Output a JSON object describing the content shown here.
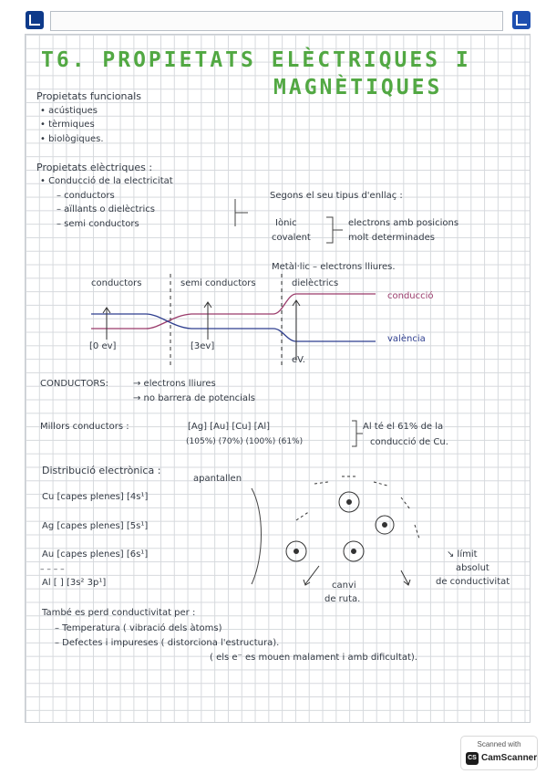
{
  "title": {
    "line1": "T6. PROPIETATS ELÈCTRIQUES I",
    "line2": "MAGNÈTIQUES"
  },
  "functional": {
    "heading": "Propietats funcionals",
    "items": [
      "• acústiques",
      "• tèrmiques",
      "• biològiques."
    ]
  },
  "electrical": {
    "heading": "Propietats elèctriques :",
    "sub": "• Conducció de la electricitat",
    "items": [
      "– conductors",
      "– aïllants o dielèctrics",
      "– semi conductors"
    ],
    "bond_note": "Segons el seu tipus d'enllaç :",
    "ionic": "Iònic",
    "covalent": "covalent",
    "ionic_desc1": "electrons amb posicions",
    "ionic_desc2": "molt determinades",
    "metallic": "Metàl·lic  –  electrons lliures."
  },
  "band_diagram": {
    "conductors": "conductors",
    "semiconductors": "semi conductors",
    "dielectrics": "dielèctrics",
    "conduction": "conducció",
    "valence": "valència",
    "gap0": "[0 ev]",
    "gap3": "[3ev]",
    "gapev": "eV."
  },
  "conductors_section": {
    "label": "CONDUCTORS:",
    "line1": "→  electrons lliures",
    "line2": "→  no barrera de potencials"
  },
  "best_conductors": {
    "label": "Millors conductors :",
    "elements": "[Ag]   [Au]   [Cu]   [Al]",
    "percents": "(105%)  (70%)  (100%)  (61%)",
    "note1": "Al té el 61% de la",
    "note2": "conducció de Cu."
  },
  "electronic": {
    "heading": "Distribució electrònica :",
    "opantallen": "apantallen",
    "rows": [
      "Cu  [capes plenes] [4s¹]",
      "Ag  [capes plenes] [5s¹]",
      "Au  [capes plenes] [6s¹]",
      "Al  [                        ] [3s²  3p¹]"
    ],
    "dashes": "– – – –",
    "limit1": "↘ límit",
    "limit2": "absolut",
    "limit3": "de conductivitat",
    "canvi1": "canvi",
    "canvi2": "de ruta."
  },
  "loss": {
    "line1": "També es perd conductivitat per :",
    "line2": "– Temperatura ( vibració dels àtoms)",
    "line3": "– Defectes i impureses ( distorciona l'estructura).",
    "line4": "( els e⁻ es mouen malament i amb dificultat)."
  },
  "stamp": {
    "scanned": "Scanned with",
    "brand": "CamScanner",
    "logo": "CS"
  },
  "colors": {
    "title_green": "#52a843",
    "conduction_line": "#9a3b6b",
    "valence_line": "#2f3f8f",
    "ink": "#333a44"
  }
}
